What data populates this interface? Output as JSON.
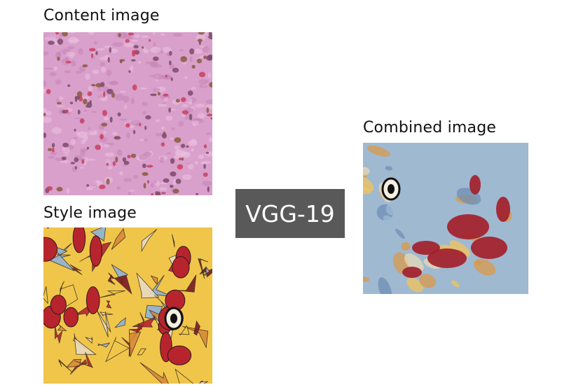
{
  "labels": {
    "content": "Content image",
    "style": "Style image",
    "combined": "Combined image"
  },
  "model": {
    "name": "VGG-19"
  },
  "colors": {
    "content_base": "#d9a0cc",
    "content_nuclei": "#7b4a6b",
    "content_brown": "#8a5a3c",
    "style_red": "#b8242e",
    "style_yellow": "#f0c64a",
    "style_blue": "#8fb3d6",
    "combined_blue": "#9fb9d1",
    "combined_yellow": "#f2c45a",
    "combined_red": "#a3202a",
    "model_box": "#595959"
  }
}
